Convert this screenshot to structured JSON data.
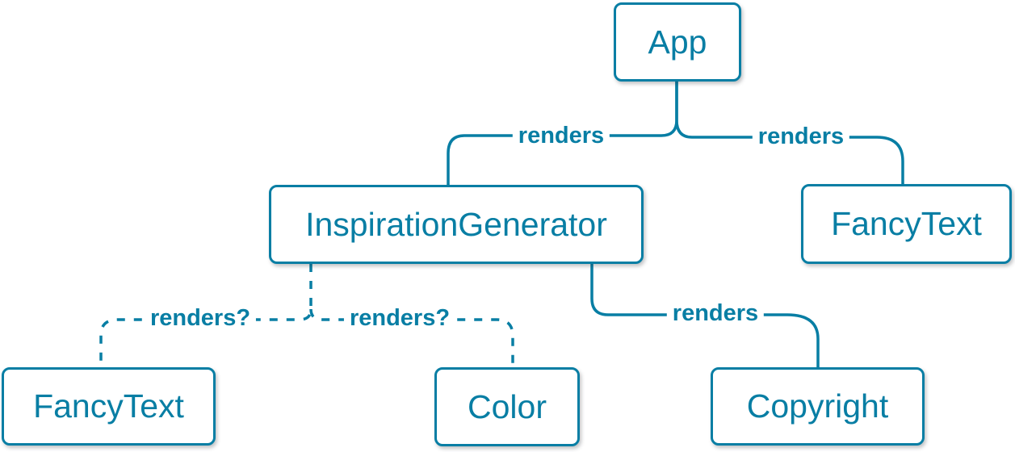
{
  "colors": {
    "accent": "#087ea4",
    "background": "#ffffff",
    "node_fill": "#ffffff"
  },
  "nodes": {
    "app": {
      "label": "App"
    },
    "inspiration_generator": {
      "label": "InspirationGenerator"
    },
    "fancy_text_top": {
      "label": "FancyText"
    },
    "fancy_text_bottom": {
      "label": "FancyText"
    },
    "color": {
      "label": "Color"
    },
    "copyright": {
      "label": "Copyright"
    }
  },
  "edges": {
    "app_to_inspiration_generator": {
      "label": "renders",
      "style": "solid"
    },
    "app_to_fancy_text": {
      "label": "renders",
      "style": "solid"
    },
    "inspiration_generator_to_fancy_text": {
      "label": "renders?",
      "style": "dashed"
    },
    "inspiration_generator_to_color": {
      "label": "renders?",
      "style": "dashed"
    },
    "inspiration_generator_to_copyright": {
      "label": "renders",
      "style": "solid"
    }
  }
}
